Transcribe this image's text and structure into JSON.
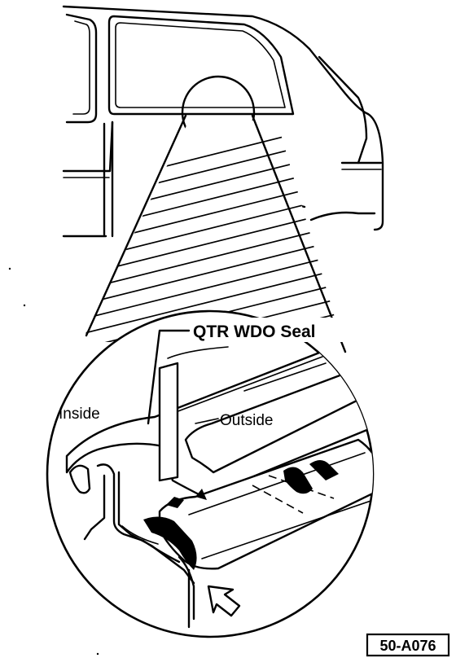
{
  "labels": {
    "seal": "QTR WDO Seal",
    "inside": "Inside",
    "outside": "Outside"
  },
  "figure_id": "50-A076",
  "colors": {
    "ink": "#000000",
    "paper": "#ffffff"
  },
  "icons": {
    "pointer": "hollow-arrow-icon"
  }
}
